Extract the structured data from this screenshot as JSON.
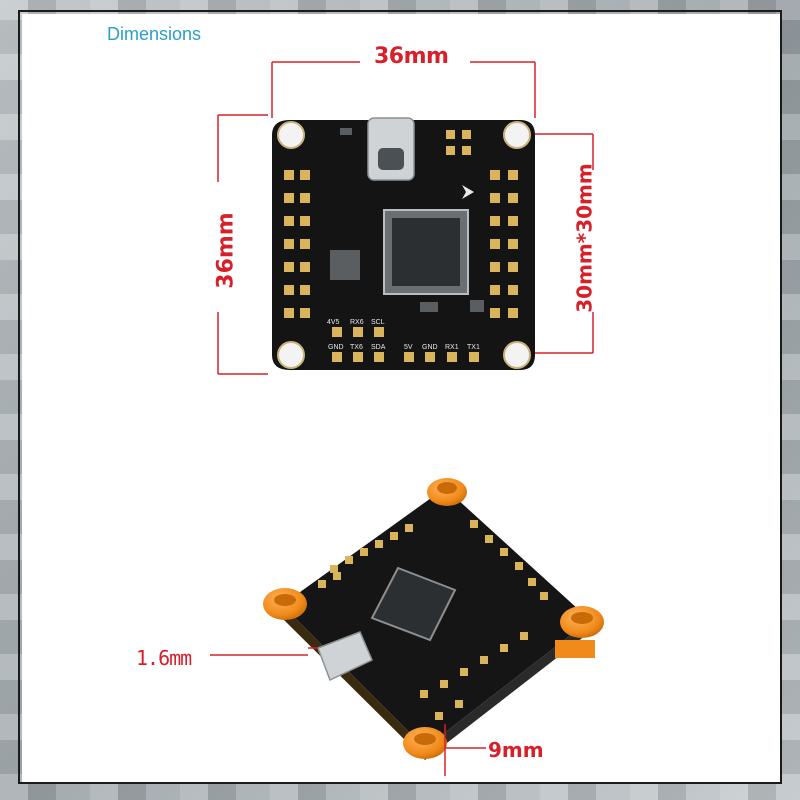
{
  "page": {
    "title": "Dimensions"
  },
  "dimensions": {
    "width_label": "36mm",
    "height_label": "36mm",
    "mount_label": "30mm*30mm",
    "thickness_label": "1.6mm",
    "standoff_label": "9mm"
  },
  "colors": {
    "title_color": "#2aa0c4",
    "dimension_color": "#d8202a",
    "board_color": "#141414",
    "pad_color": "#d9b45a",
    "grommet_color": "#f28a1e"
  },
  "board": {
    "bottom_pad_labels": [
      "4V5",
      "RX6",
      "SCL",
      "GND",
      "TX6",
      "SDA",
      "5V",
      "GND",
      "RX1",
      "TX1"
    ],
    "icons": [
      "usb-c-connector-icon",
      "mcu-chip-icon"
    ]
  }
}
